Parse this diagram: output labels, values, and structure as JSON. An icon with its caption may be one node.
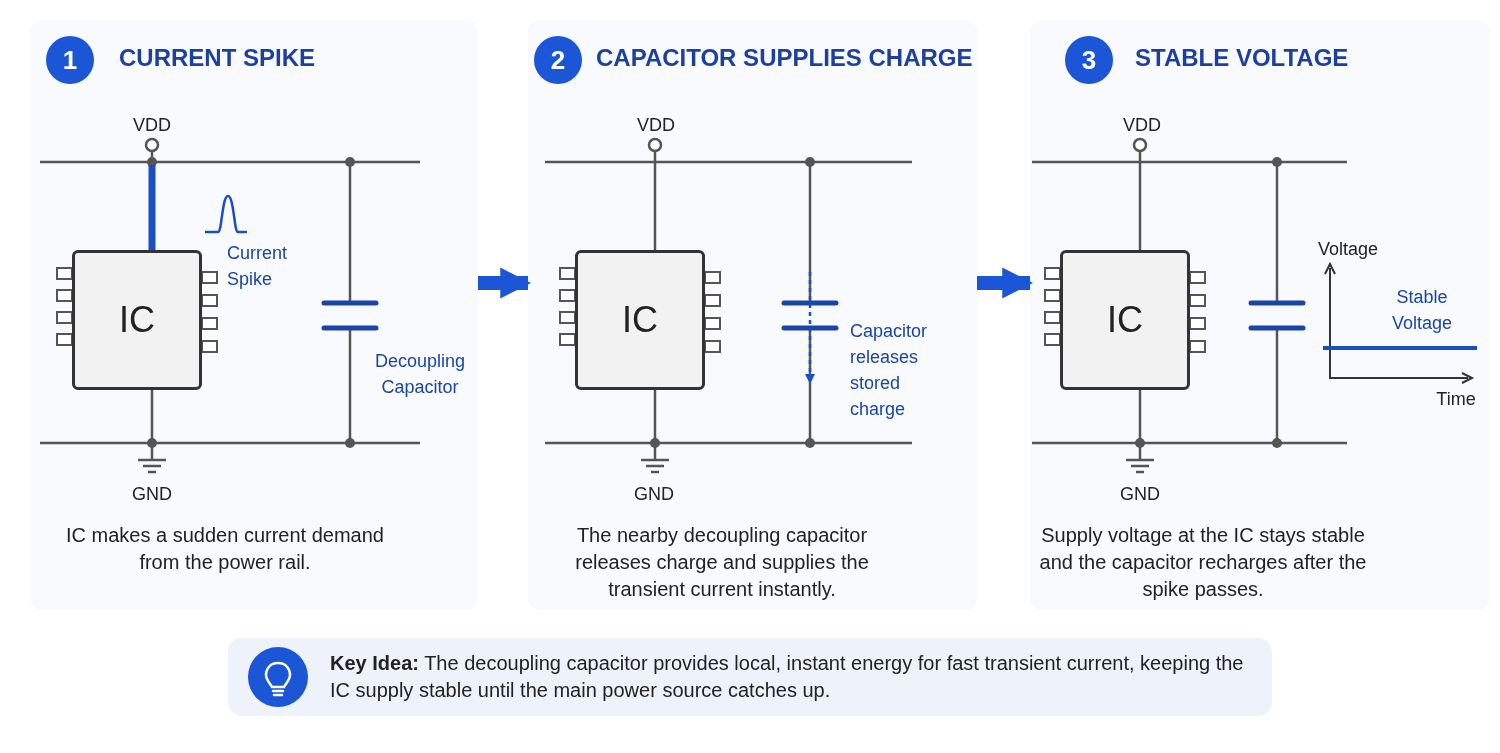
{
  "diagram": {
    "nodes": [
      {
        "text": [
          "CURRENT SPIKE",
          "IC makes a sudden current demand from the power rail."
        ]
      },
      {
        "text": [
          "1"
        ],
        "in": 0
      },
      {
        "text": [
          "IC"
        ],
        "in": 0
      },
      {
        "text": [
          "CAPACITOR SUPPLIES CHARGE",
          "The nearby decoupling capacitor releases charge and supplies the transient current instantly."
        ]
      },
      {
        "text": [
          "2"
        ],
        "in": 3
      },
      {
        "text": [
          "IC"
        ],
        "in": 3
      },
      {
        "text": [
          "STABLE VOLTAGE",
          "Supply voltage at the IC stays stable and the capacitor recharges after the spike passes."
        ]
      },
      {
        "text": [
          "3"
        ],
        "in": 6
      },
      {
        "text": [
          "IC"
        ],
        "in": 6
      },
      {
        "text": [
          "**Key Idea:** The decoupling capacitor provides local, instant energy for fast transient current, keeping the IC supply stable until the main power source catches up."
        ]
      }
    ],
    "edges": [
      {
        "from": 0,
        "to": 3,
        "arrow": "to"
      },
      {
        "from": 3,
        "to": 6,
        "arrow": "to"
      }
    ],
    "labels": [
      "VDD",
      "Current Spike",
      "Decoupling Capacitor",
      "GND",
      "VDD",
      "Capacitor releases stored charge",
      "GND",
      "VDD",
      "Voltage",
      "Stable Voltage",
      "Time",
      "GND"
    ]
  }
}
